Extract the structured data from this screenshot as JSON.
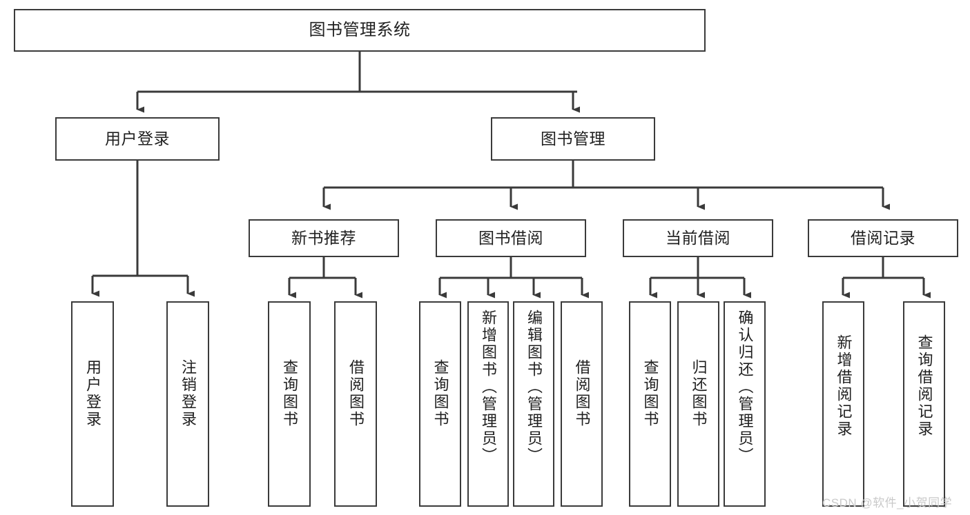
{
  "diagram": {
    "title": "图书管理系统",
    "type": "hierarchy-tree",
    "root": {
      "id": "root",
      "label": "图书管理系统"
    },
    "level1": [
      {
        "id": "user-login",
        "label": "用户登录"
      },
      {
        "id": "book-manage",
        "label": "图书管理"
      }
    ],
    "level2": [
      {
        "id": "new-book-rec",
        "label": "新书推荐",
        "parent": "book-manage"
      },
      {
        "id": "book-borrow",
        "label": "图书借阅",
        "parent": "book-manage"
      },
      {
        "id": "current-borrow",
        "label": "当前借阅",
        "parent": "book-manage"
      },
      {
        "id": "borrow-record",
        "label": "借阅记录",
        "parent": "book-manage"
      }
    ],
    "leaves": {
      "user_login": [
        {
          "id": "leaf-user-login",
          "label": "用户登录"
        },
        {
          "id": "leaf-logout",
          "label": "注销登录"
        }
      ],
      "new_book_rec": [
        {
          "id": "leaf-query-book-1",
          "label": "查询图书"
        },
        {
          "id": "leaf-borrow-book-1",
          "label": "借阅图书"
        }
      ],
      "book_borrow": [
        {
          "id": "leaf-query-book-2",
          "label": "查询图书"
        },
        {
          "id": "leaf-add-book",
          "label": "新增图书（管理员）"
        },
        {
          "id": "leaf-edit-book",
          "label": "编辑图书（管理员）"
        },
        {
          "id": "leaf-borrow-book-2",
          "label": "借阅图书"
        }
      ],
      "current_borrow": [
        {
          "id": "leaf-query-book-3",
          "label": "查询图书"
        },
        {
          "id": "leaf-return-book",
          "label": "归还图书"
        },
        {
          "id": "leaf-confirm-return",
          "label": "确认归还（管理员）"
        }
      ],
      "borrow_record": [
        {
          "id": "leaf-add-record",
          "label": "新增借阅记录"
        },
        {
          "id": "leaf-query-record",
          "label": "查询借阅记录"
        }
      ]
    }
  },
  "watermark": {
    "text": "CSDN @软件_小贺同学"
  },
  "colors": {
    "border": "#3a3a3a",
    "text": "#1f1f1f",
    "background": "#ffffff",
    "watermark": "#c9c9c9"
  }
}
